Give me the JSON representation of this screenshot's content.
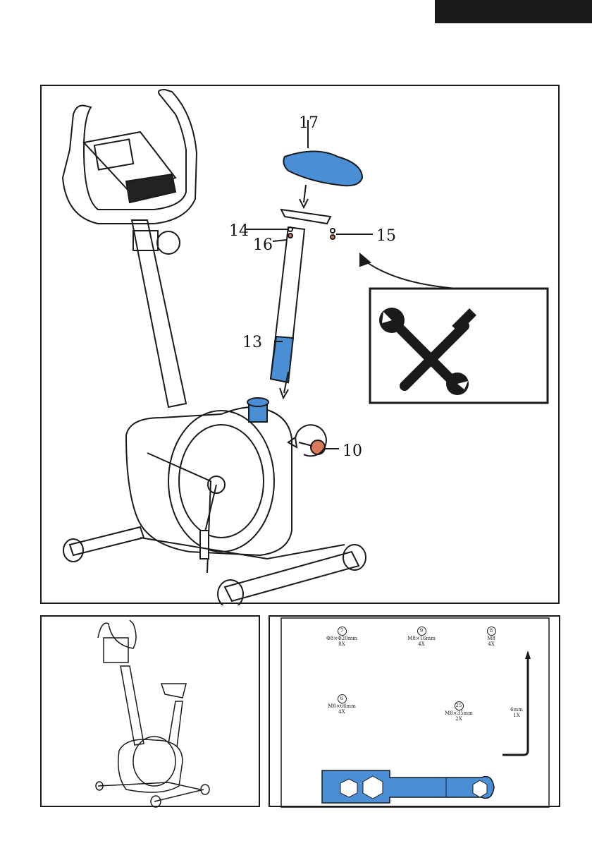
{
  "header": {
    "tab_color": "#1a1a1a"
  },
  "main_figure": {
    "callouts": {
      "seat": "17",
      "washer_left": "14",
      "washer_right": "15",
      "nut": "16",
      "seat_post": "13",
      "knob": "10"
    },
    "tools_icon": [
      "wrench-icon",
      "screwdriver-icon"
    ]
  },
  "hardware": {
    "items": [
      {
        "num": "7",
        "size": "Φ8×Φ20mm",
        "qty": "8X"
      },
      {
        "num": "9",
        "size": "M8×16mm",
        "qty": "4X"
      },
      {
        "num": "8",
        "size": "M8",
        "qty": "4X"
      },
      {
        "num": "6",
        "size": "M8×66mm",
        "qty": "4X"
      },
      {
        "num": "25",
        "size": "M8×35mm",
        "qty": "2X"
      },
      {
        "num": "",
        "size": "6mm",
        "qty": "1X"
      }
    ]
  },
  "colors": {
    "part_highlight": "#4a8fd6",
    "knob": "#d87a5a",
    "line": "#1a1a1a"
  }
}
